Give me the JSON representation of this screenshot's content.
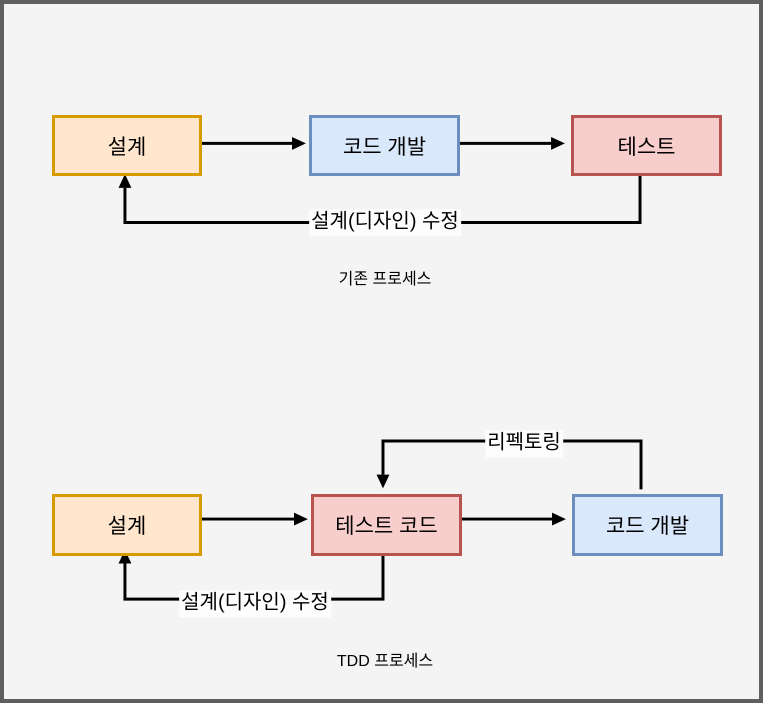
{
  "diagram": {
    "background_color": "#f4f4f5",
    "frame_color": "#5f5f5f",
    "line_color": "#000000",
    "palette": {
      "orange_fill": "#ffe6cc",
      "orange_stroke": "#d79b00",
      "blue_fill": "#dae8fc",
      "blue_stroke": "#6c8ebf",
      "red_fill": "#f8cecc",
      "red_stroke": "#b85450"
    },
    "legacy_process": {
      "boxes": [
        {
          "label": "설계",
          "color": "orange"
        },
        {
          "label": "코드 개발",
          "color": "blue"
        },
        {
          "label": "테스트",
          "color": "red"
        }
      ],
      "feedback_label": "설계(디자인) 수정",
      "caption": "기존 프로세스"
    },
    "tdd_process": {
      "boxes": [
        {
          "label": "설계",
          "color": "orange"
        },
        {
          "label": "테스트 코드",
          "color": "red"
        },
        {
          "label": "코드 개발",
          "color": "blue"
        }
      ],
      "refactor_label": "리펙토링",
      "feedback_label": "설계(디자인) 수정",
      "caption": "TDD 프로세스"
    }
  }
}
